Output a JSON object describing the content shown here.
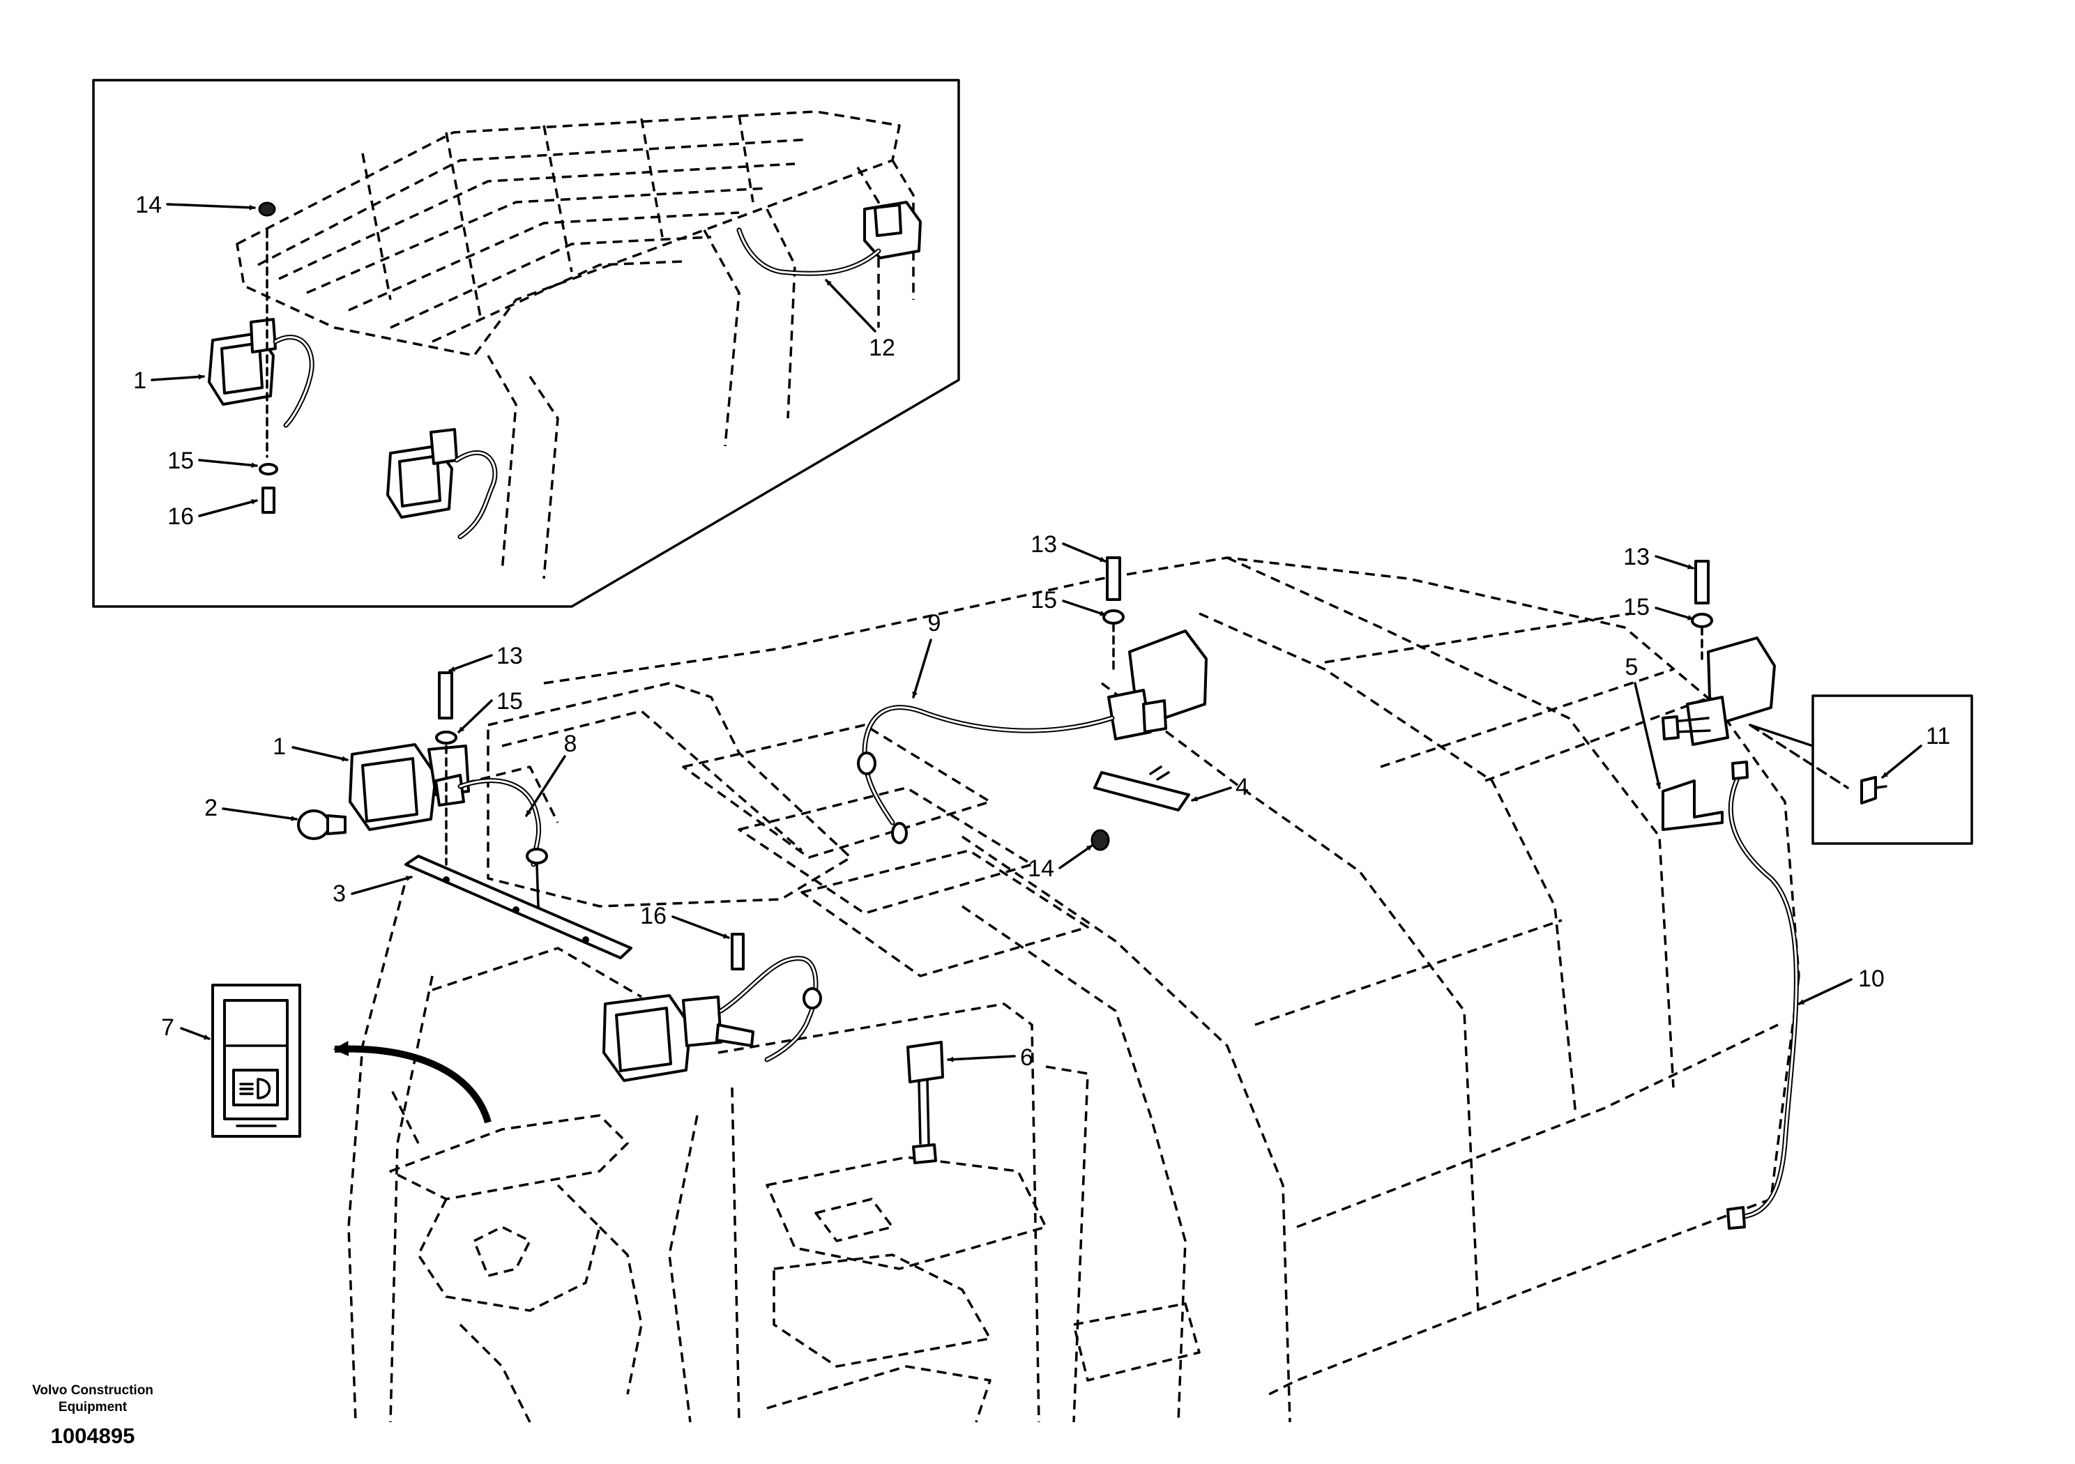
{
  "callouts": {
    "c1_inset": "1",
    "c12": "12",
    "c14_inset": "14",
    "c15_inset": "15",
    "c16_inset": "16",
    "c13_left": "13",
    "c15_left": "15",
    "c1_main": "1",
    "c2": "2",
    "c8": "8",
    "c3": "3",
    "c16_main": "16",
    "c7": "7",
    "c6": "6",
    "c9": "9",
    "c13_mid": "13",
    "c15_mid": "15",
    "c4": "4",
    "c14_main": "14",
    "c13_right": "13",
    "c15_right": "15",
    "c5": "5",
    "c11": "11",
    "c10": "10"
  },
  "footer": {
    "company_line1": "Volvo Construction",
    "company_line2": "Equipment",
    "drawing_number": "1004895"
  }
}
